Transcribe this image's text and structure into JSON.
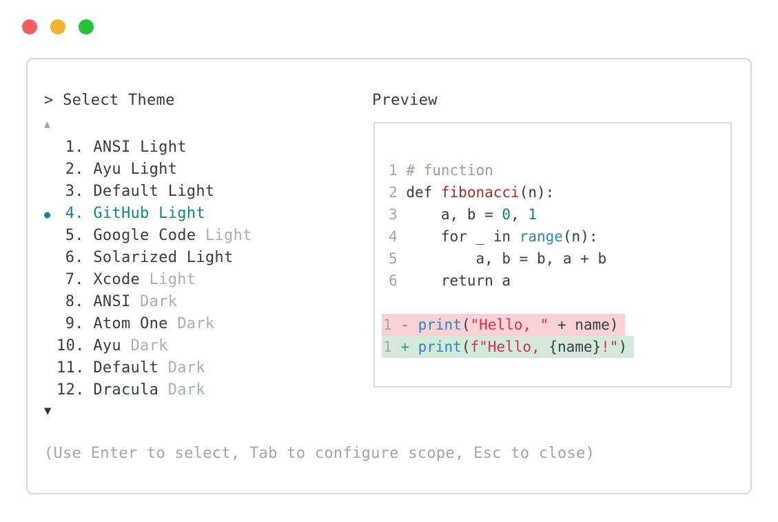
{
  "window": {
    "traffic_lights": [
      {
        "name": "close-button",
        "color": "#f4615c"
      },
      {
        "name": "minimize-button",
        "color": "#f0b42e"
      },
      {
        "name": "zoom-button",
        "color": "#27c23d"
      }
    ]
  },
  "selector": {
    "title": "> Select Theme",
    "scroll_up_glyph": "▲",
    "scroll_down_glyph": "▼",
    "selected_marker_glyph": "●",
    "items": [
      {
        "num": "1.",
        "name": "ANSI",
        "variant": "Light",
        "variant_muted": false,
        "selected": false
      },
      {
        "num": "2.",
        "name": "Ayu",
        "variant": "Light",
        "variant_muted": false,
        "selected": false
      },
      {
        "num": "3.",
        "name": "Default",
        "variant": "Light",
        "variant_muted": false,
        "selected": false
      },
      {
        "num": "4.",
        "name": "GitHub",
        "variant": "Light",
        "variant_muted": false,
        "selected": true
      },
      {
        "num": "5.",
        "name": "Google Code",
        "variant": "Light",
        "variant_muted": true,
        "selected": false
      },
      {
        "num": "6.",
        "name": "Solarized",
        "variant": "Light",
        "variant_muted": false,
        "selected": false
      },
      {
        "num": "7.",
        "name": "Xcode",
        "variant": "Light",
        "variant_muted": true,
        "selected": false
      },
      {
        "num": "8.",
        "name": "ANSI",
        "variant": "Dark",
        "variant_muted": true,
        "selected": false
      },
      {
        "num": "9.",
        "name": "Atom One",
        "variant": "Dark",
        "variant_muted": true,
        "selected": false
      },
      {
        "num": "10.",
        "name": "Ayu",
        "variant": "Dark",
        "variant_muted": true,
        "selected": false
      },
      {
        "num": "11.",
        "name": "Default",
        "variant": "Dark",
        "variant_muted": true,
        "selected": false
      },
      {
        "num": "12.",
        "name": "Dracula",
        "variant": "Dark",
        "variant_muted": true,
        "selected": false
      }
    ],
    "footer_hint": "(Use Enter to select, Tab to configure scope, Esc to close)"
  },
  "preview": {
    "title": "Preview",
    "code_lines": [
      {
        "num": "1",
        "tokens": [
          {
            "t": "# function",
            "c": "comment"
          }
        ]
      },
      {
        "num": "2",
        "tokens": [
          {
            "t": "def ",
            "c": "plain"
          },
          {
            "t": "fibonacci",
            "c": "func"
          },
          {
            "t": "(n):",
            "c": "plain"
          }
        ]
      },
      {
        "num": "3",
        "tokens": [
          {
            "t": "    a, b = ",
            "c": "plain"
          },
          {
            "t": "0",
            "c": "number"
          },
          {
            "t": ", ",
            "c": "plain"
          },
          {
            "t": "1",
            "c": "number"
          }
        ]
      },
      {
        "num": "4",
        "tokens": [
          {
            "t": "    for _ in ",
            "c": "plain"
          },
          {
            "t": "range",
            "c": "builtin"
          },
          {
            "t": "(n):",
            "c": "plain"
          }
        ]
      },
      {
        "num": "5",
        "tokens": [
          {
            "t": "        a, b = b, a + b",
            "c": "plain"
          }
        ]
      },
      {
        "num": "6",
        "tokens": [
          {
            "t": "    return a",
            "c": "plain"
          }
        ]
      }
    ],
    "diff_lines": [
      {
        "num": "1",
        "sign": "-",
        "kind": "removed",
        "tokens": [
          {
            "t": "print",
            "c": "builtin"
          },
          {
            "t": "(",
            "c": "plain"
          },
          {
            "t": "\"Hello, \"",
            "c": "string"
          },
          {
            "t": " + name)",
            "c": "plain"
          }
        ]
      },
      {
        "num": "1",
        "sign": "+",
        "kind": "added",
        "tokens": [
          {
            "t": "print",
            "c": "builtin"
          },
          {
            "t": "(",
            "c": "plain"
          },
          {
            "t": "f\"Hello, ",
            "c": "string"
          },
          {
            "t": "{name}",
            "c": "plain"
          },
          {
            "t": "!\"",
            "c": "string"
          },
          {
            "t": ")",
            "c": "plain"
          }
        ]
      }
    ]
  },
  "colors": {
    "dark": "#383d42",
    "muted": "#abb0b4",
    "gray": "#a2a6aa",
    "teal": "#16858a",
    "comment": "#9aa094",
    "func": "#a93029",
    "number": "#177d82",
    "builtin": "#2b85c2",
    "string": "#e22c4f",
    "minus": "#e0566a",
    "plus": "#2f9e7a",
    "removedBg": "#f9d2d5",
    "addedBg": "#d3eadb",
    "border": "#d6d6d6"
  }
}
